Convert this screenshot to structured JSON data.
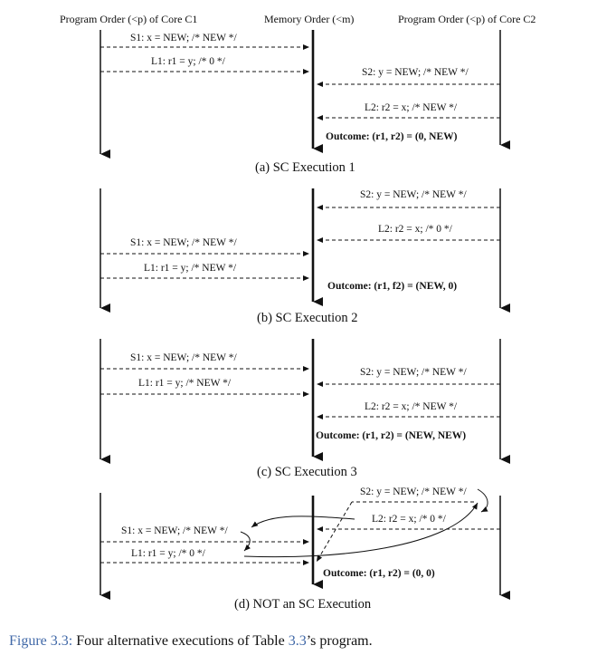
{
  "headers": {
    "core1": "Program Order (<p) of Core C1",
    "memory": "Memory Order (<m)",
    "core2": "Program Order (<p) of Core C2"
  },
  "panels": [
    {
      "s1": "S1: x = NEW; /* NEW */",
      "l1": "L1: r1 = y; /* 0 */",
      "s2": "S2: y = NEW; /* NEW */",
      "l2": "L2: r2 = x; /* NEW */",
      "outcome": "Outcome: (r1, r2) = (0, NEW)",
      "label": "(a) SC Execution 1"
    },
    {
      "s2": "S2: y = NEW; /* NEW */",
      "l2": "L2: r2 = x; /* 0 */",
      "s1": "S1: x = NEW; /* NEW */",
      "l1": "L1: r1 = y; /* NEW */",
      "outcome": "Outcome: (r1, f2) = (NEW, 0)",
      "label": "(b) SC Execution 2"
    },
    {
      "s1": "S1: x = NEW; /* NEW */",
      "l1": "L1: r1 = y; /* NEW */",
      "s2": "S2: y = NEW; /* NEW */",
      "l2": "L2: r2 = x; /* NEW */",
      "outcome": "Outcome: (r1, r2) = (NEW, NEW)",
      "label": "(c) SC Execution 3"
    },
    {
      "s2": "S2: y = NEW; /* NEW */",
      "l2": "L2: r2 = x; /* 0 */",
      "s1": "S1: x = NEW; /* NEW */",
      "l1": "L1: r1 = y; /* 0 */",
      "outcome": "Outcome: (r1, r2) = (0, 0)",
      "label": "(d) NOT an SC Execution"
    }
  ],
  "caption": {
    "figure_ref": "Figure 3.3:",
    "text_before": " Four alternative executions of Table ",
    "table_ref": "3.3",
    "text_after": "’s program."
  }
}
